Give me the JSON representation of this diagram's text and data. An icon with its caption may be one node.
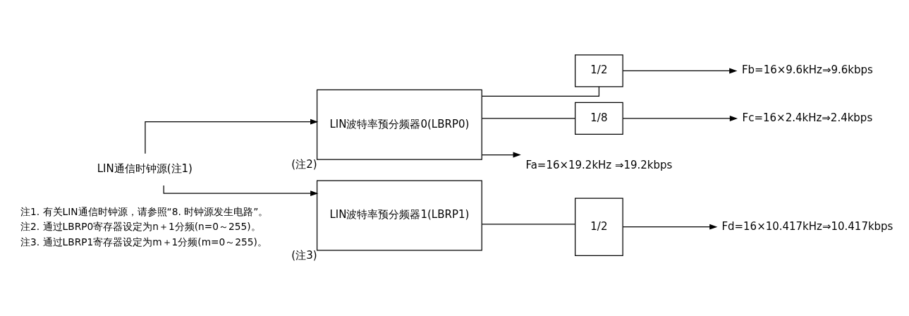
{
  "diagram": {
    "nodes": [
      {
        "text": [
          "LIN通信时钟源(注1)"
        ]
      },
      {
        "text": [
          "LIN波特率预分频器0(LBRP0)"
        ],
        "beside": [
          "(注2)"
        ]
      },
      {
        "text": [
          "LIN波特率预分频器1(LBRP1)"
        ],
        "beside": [
          "(注3)"
        ]
      },
      {
        "text": [
          "1/2"
        ]
      },
      {
        "text": [
          "1/8"
        ]
      },
      {
        "text": [
          "1/2"
        ]
      },
      {
        "text": [
          "Fa=16×19.2kHz ⇒19.2kbps"
        ]
      },
      {
        "text": [
          "Fb=16×9.6kHz⇒9.6kbps"
        ]
      },
      {
        "text": [
          "Fc=16×2.4kHz⇒2.4kbps"
        ]
      },
      {
        "text": [
          "Fd=16×10.417kHz⇒10.417kbps"
        ]
      }
    ],
    "edges": [
      {
        "from": 0,
        "to": 1,
        "arrow": "to"
      },
      {
        "from": 0,
        "to": 2,
        "arrow": "to"
      },
      {
        "from": 1,
        "to": 6,
        "arrow": "to"
      },
      {
        "from": 1,
        "to": 3,
        "arrow": "none"
      },
      {
        "from": 1,
        "to": 4,
        "arrow": "none"
      },
      {
        "from": 3,
        "to": 7,
        "arrow": "to"
      },
      {
        "from": 4,
        "to": 8,
        "arrow": "to"
      },
      {
        "from": 2,
        "to": 5,
        "arrow": "none"
      },
      {
        "from": 5,
        "to": 9,
        "arrow": "to"
      }
    ],
    "labels": [
      "注1. 有关LIN通信时钟源，请参照“8. 时钟源发生电路”。",
      "注2. 通过LBRP0寄存器设定为n＋1分频(n=0～255)。",
      "注3. 通过LBRP1寄存器设定为m＋1分频(m=0～255)。"
    ]
  }
}
